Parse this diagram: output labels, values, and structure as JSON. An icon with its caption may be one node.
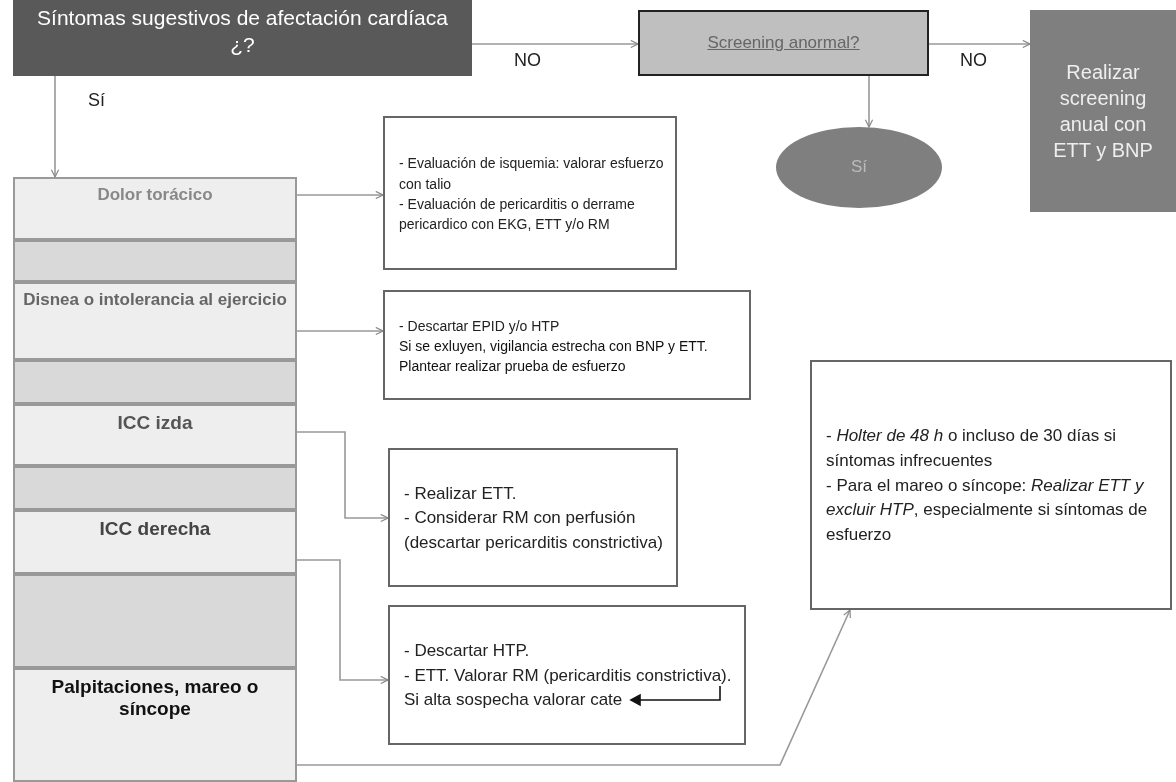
{
  "diagram": {
    "nodes": [
      {
        "text": [
          "Síntomas sugestivos de afectación cardíaca ¿?"
        ]
      },
      {
        "text": [
          "Screening anormal?"
        ]
      },
      {
        "text": [
          "Realizar screening anual con ETT y BNP"
        ]
      },
      {
        "text": [
          "Sí"
        ]
      },
      {
        "text": [
          "Dolor torácico"
        ]
      },
      {
        "text": [],
        "shape": "bar"
      },
      {
        "text": [
          "Disnea o intolerancia al ejercicio"
        ]
      },
      {
        "text": [],
        "shape": "bar"
      },
      {
        "text": [
          "ICC izda"
        ]
      },
      {
        "text": [],
        "shape": "bar"
      },
      {
        "text": [
          "ICC derecha"
        ]
      },
      {
        "text": [],
        "shape": "bar"
      },
      {
        "text": [
          "Palpitaciones, mareo o síncope"
        ]
      },
      {
        "text": [
          "- Evaluación de isquemia: valorar esfuerzo con talio",
          "- Evaluación de pericarditis o derrame pericardico con EKG, ETT y/o RM"
        ]
      },
      {
        "text": [
          "- Descartar EPID y/o HTP",
          "Si se exluyen, vigilancia estrecha con BNP y ETT.",
          "Plantear realizar prueba de esfuerzo"
        ]
      },
      {
        "text": [
          "- Realizar ETT.",
          "- Considerar RM con perfusión (descartar pericarditis constrictiva)"
        ]
      },
      {
        "text": [
          "- Descartar HTP.",
          "- ETT. Valorar RM (pericarditis constrictiva). Si alta sospecha valorar cate"
        ]
      },
      {
        "text": [
          "- *Holter de 48 h* o incluso de 30 días si síntomas infrecuentes",
          "- Para el mareo o síncope: *Realizar ETT y excluir HTP*, especialmente si síntomas de esfuerzo"
        ]
      }
    ],
    "edges": [
      {
        "from": 0,
        "to": 1,
        "arrow": "to",
        "label": "NO"
      },
      {
        "from": 1,
        "to": 2,
        "arrow": "to",
        "label": "NO"
      },
      {
        "from": 0,
        "to": 4,
        "arrow": "to",
        "label": "Sí"
      },
      {
        "from": 1,
        "to": 3,
        "arrow": "to"
      },
      {
        "from": 4,
        "to": 13,
        "arrow": "to"
      },
      {
        "from": 6,
        "to": 14,
        "arrow": "to"
      },
      {
        "from": 8,
        "to": 15,
        "arrow": "to"
      },
      {
        "from": 10,
        "to": 16,
        "arrow": "to"
      },
      {
        "from": 12,
        "to": 17,
        "arrow": "to"
      }
    ]
  }
}
